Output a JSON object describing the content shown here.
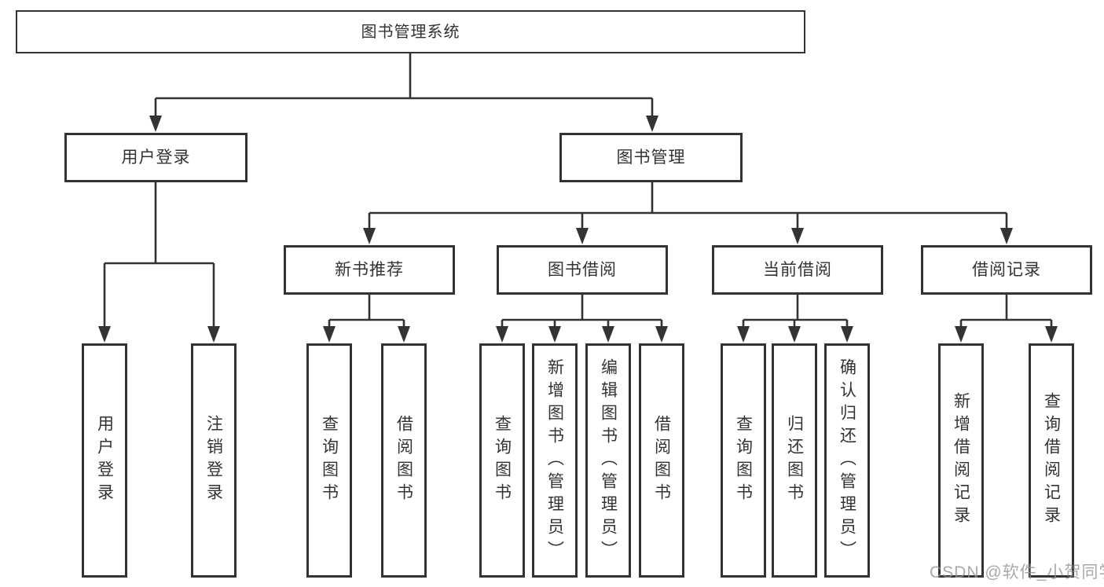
{
  "tree": {
    "label": "图书管理系统",
    "children": [
      {
        "label": "用户登录",
        "children": [
          {
            "label": "用户登录"
          },
          {
            "label": "注销登录"
          }
        ]
      },
      {
        "label": "图书管理",
        "children": [
          {
            "label": "新书推荐",
            "children": [
              {
                "label": "查询图书"
              },
              {
                "label": "借阅图书"
              }
            ]
          },
          {
            "label": "图书借阅",
            "children": [
              {
                "label": "查询图书"
              },
              {
                "label": "新增图书（管理员）"
              },
              {
                "label": "编辑图书（管理员）"
              },
              {
                "label": "借阅图书"
              }
            ]
          },
          {
            "label": "当前借阅",
            "children": [
              {
                "label": "查询图书"
              },
              {
                "label": "归还图书"
              },
              {
                "label": "确认归还（管理员）"
              }
            ]
          },
          {
            "label": "借阅记录",
            "children": [
              {
                "label": "新增借阅记录"
              },
              {
                "label": "查询借阅记录"
              }
            ]
          }
        ]
      }
    ]
  },
  "watermark": {
    "text": "CSDN @软件_小贺同学"
  },
  "colors": {
    "line": "#333333",
    "text": "#333333",
    "box_background": "#ffffff",
    "watermark": "#949494"
  }
}
